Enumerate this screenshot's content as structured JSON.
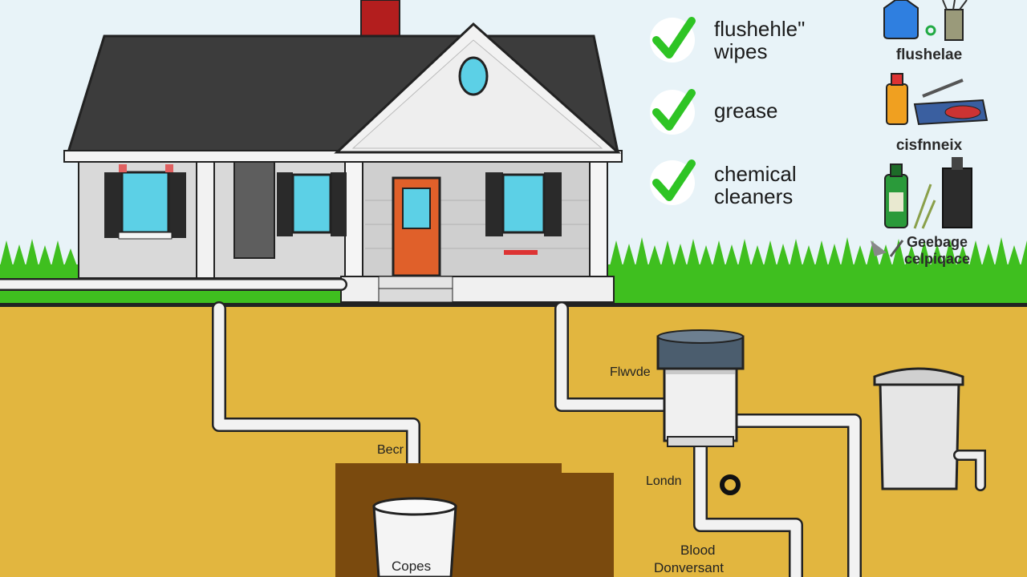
{
  "checklist": [
    {
      "text": "flushehle\"\nwipes",
      "checked": true
    },
    {
      "text": "grease",
      "checked": true
    },
    {
      "text": "chemical\ncleaners",
      "checked": true
    }
  ],
  "item_labels": [
    {
      "text": "flushelae"
    },
    {
      "text": "cisfnneix"
    },
    {
      "text": "Geebage\ncelpiqace"
    }
  ],
  "underground_labels": {
    "flapvalve": "Flwvde",
    "bend": "Becr",
    "lonch": "Londn",
    "copes": "Copes",
    "blood_line1": "Blood",
    "blood_line2": "Donversant"
  },
  "colors": {
    "sky": "#e8f3f8",
    "grass": "#3fbf1f",
    "soil": "#e2b63f",
    "roof": "#3c3c3c",
    "door": "#e0602a",
    "check": "#2ec424",
    "pipe": "#f2f2f2"
  }
}
